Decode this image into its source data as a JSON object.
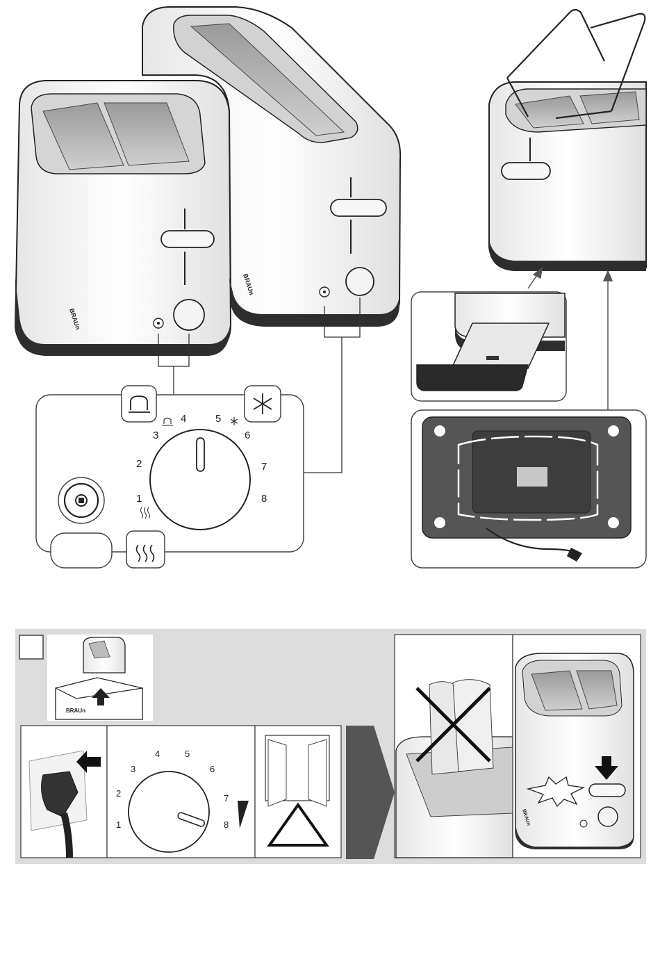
{
  "brand": "BRAUn",
  "dial_large": {
    "numbers": [
      "1",
      "2",
      "3",
      "4",
      "5",
      "6",
      "7",
      "8"
    ]
  },
  "dial_small": {
    "numbers": [
      "1",
      "2",
      "3",
      "4",
      "5",
      "6",
      "7",
      "8"
    ]
  },
  "colors": {
    "background": "#ffffff",
    "panel": "#dcdcdc",
    "outline": "#222222",
    "base": "#3a3a3a",
    "arrow_panel": "#555555"
  },
  "icons": [
    "bun-warmer-icon",
    "defrost-icon",
    "reheat-icon",
    "stop-button-icon",
    "plug-icon",
    "warning-triangle-icon",
    "no-bread-cross-icon",
    "burst-icon",
    "crumb-tray-icon"
  ]
}
